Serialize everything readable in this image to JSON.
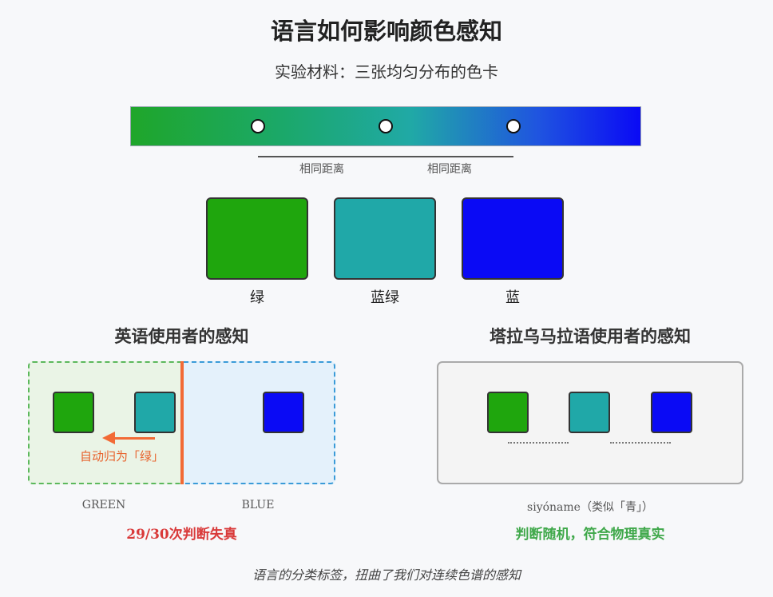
{
  "title": "语言如何影响颜色感知",
  "subtitle": "实验材料：三张均匀分布的色卡",
  "spectrum": {
    "distance_labels": [
      "相同距离",
      "相同距离"
    ]
  },
  "color_cards": [
    {
      "label": "绿",
      "color": "#1fa60d"
    },
    {
      "label": "蓝绿",
      "color": "#20a8a8"
    },
    {
      "label": "蓝",
      "color": "#0a0af5"
    }
  ],
  "english": {
    "heading": "英语使用者的感知",
    "arrow_text": "自动归为「绿」",
    "category_labels": [
      "GREEN",
      "BLUE"
    ],
    "result": "29/30次判断失真",
    "result_color": "#d93a3a",
    "zone_colors": {
      "green": "#5cb85c",
      "blue": "#3a9bd8",
      "divider": "#f26a35"
    }
  },
  "tarala": {
    "heading": "塔拉乌马拉语使用者的感知",
    "category_label": "siyóname（类似「青」）",
    "result": "判断随机，符合物理真实",
    "result_color": "#3fa84a"
  },
  "footer": "语言的分类标签，扭曲了我们对连续色谱的感知"
}
